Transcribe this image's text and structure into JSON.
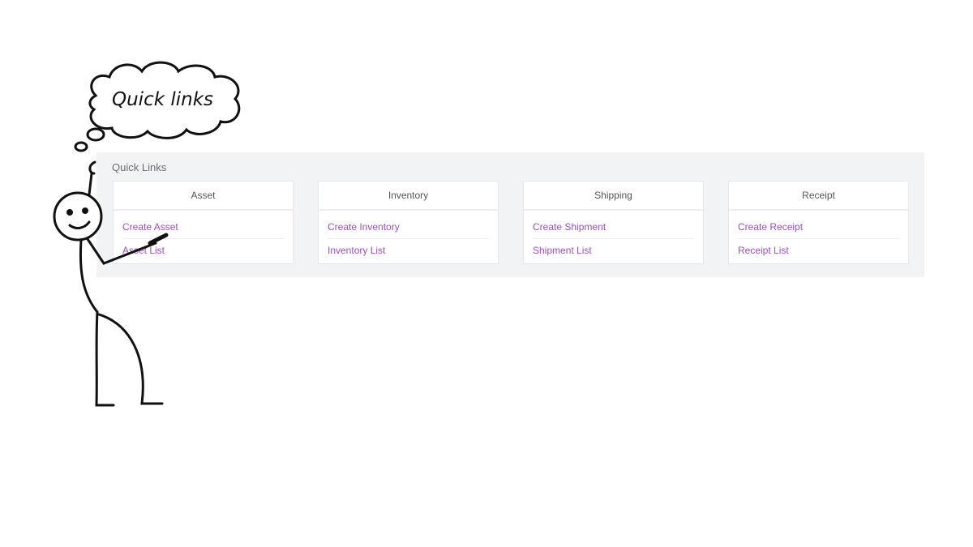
{
  "bubble": {
    "text": "Quick links"
  },
  "panel": {
    "title": "Quick Links",
    "cards": [
      {
        "header": "Asset",
        "links": [
          "Create Asset",
          "Asset List"
        ]
      },
      {
        "header": "Inventory",
        "links": [
          "Create Inventory",
          "Inventory List"
        ]
      },
      {
        "header": "Shipping",
        "links": [
          "Create Shipment",
          "Shipment List"
        ]
      },
      {
        "header": "Receipt",
        "links": [
          "Create Receipt",
          "Receipt List"
        ]
      }
    ]
  },
  "colors": {
    "link": "#9a4ec1",
    "panel_bg": "#f2f3f5"
  }
}
